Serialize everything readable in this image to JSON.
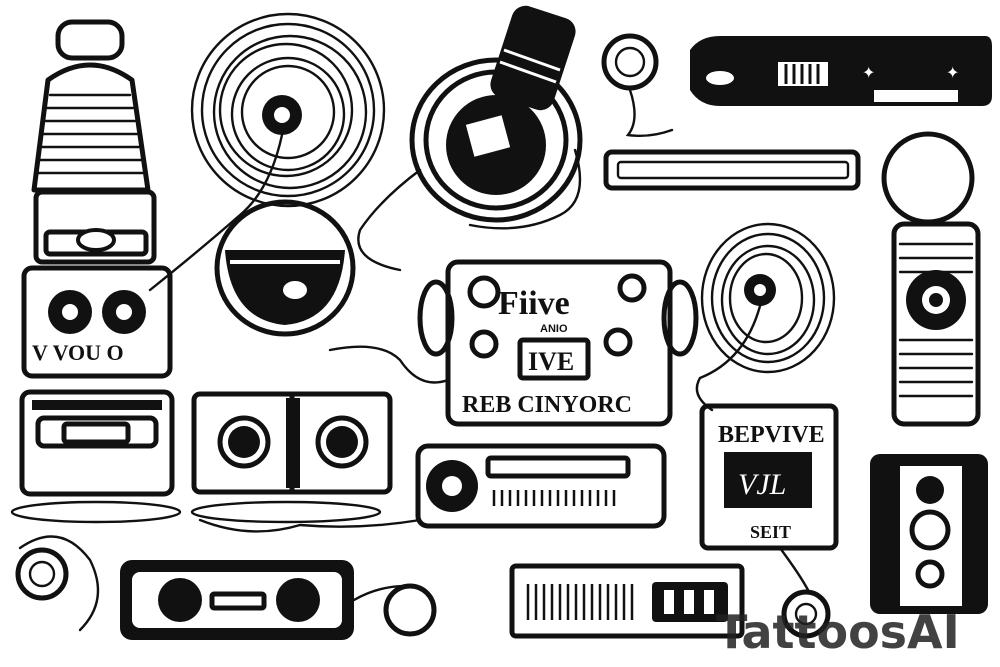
{
  "labels": {
    "left_box": "V VOU O",
    "center_title": "Fiive",
    "center_sub": "ANIO",
    "center_badge": "IVE",
    "center_bottom": "REB CINYORC",
    "right_sign_top": "BEPVIVE",
    "right_sign_mid": "VJL",
    "right_sign_bottom": "SEIT"
  },
  "watermark": "TattoosAI",
  "colors": {
    "ink": "#111111",
    "paper": "#ffffff"
  }
}
